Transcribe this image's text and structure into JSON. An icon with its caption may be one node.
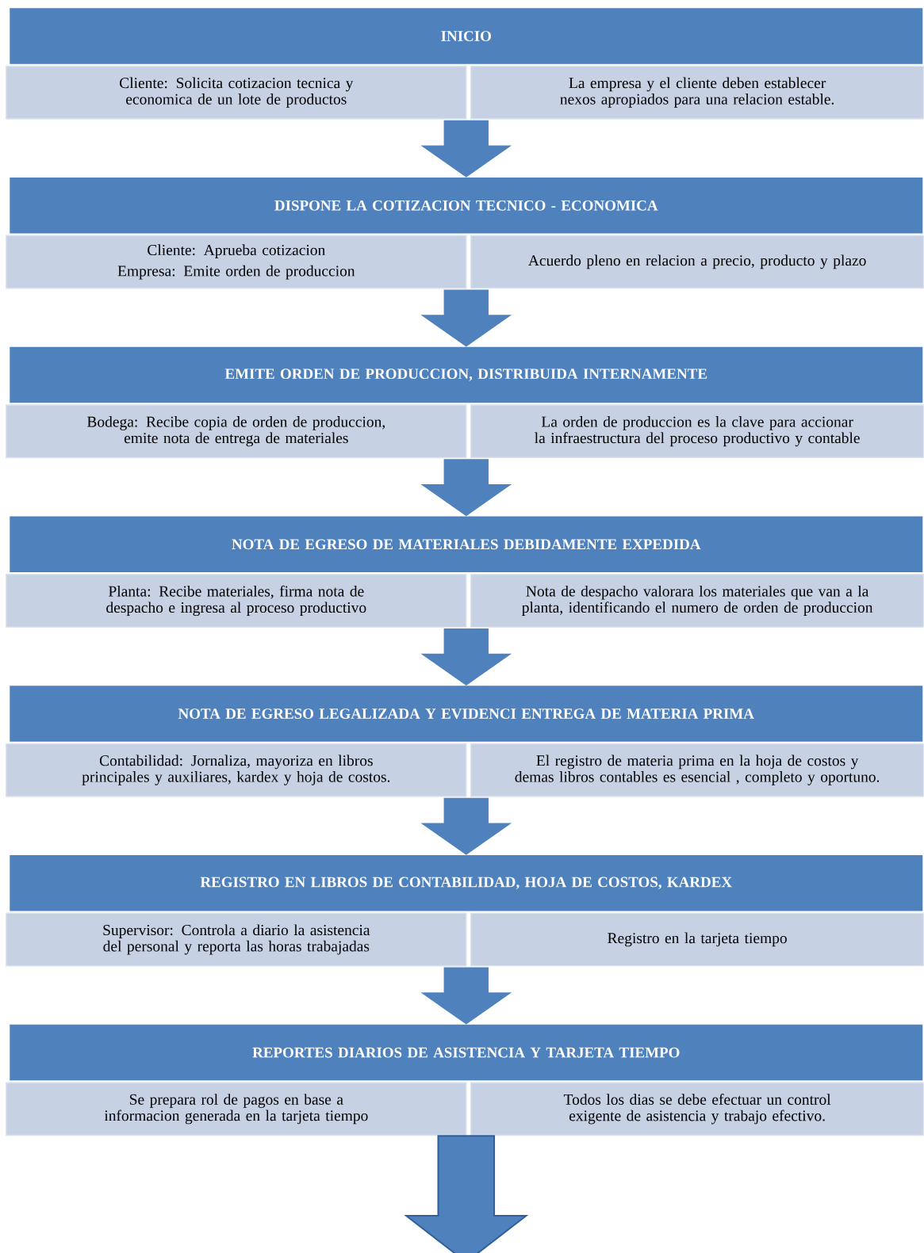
{
  "diagram": {
    "nodes": [
      {
        "text": [
          "INICIO"
        ]
      },
      {
        "text": [
          "Cliente: Solicita cotizacion tecnica y economica de un lote de productos"
        ]
      },
      {
        "text": [
          "La empresa y el cliente deben establecer nexos apropiados para una relacion estable."
        ]
      },
      {
        "text": [
          "DISPONE LA COTIZACION  TECNICO - ECONOMICA"
        ]
      },
      {
        "text": [
          "Cliente: Aprueba cotizacion",
          "Empresa: Emite orden de produccion"
        ]
      },
      {
        "text": [
          "Acuerdo pleno en relacion a precio, producto y plazo"
        ]
      },
      {
        "text": [
          "EMITE  ORDEN DE PRODUCCION, DISTRIBUIDA  INTERNAMENTE"
        ]
      },
      {
        "text": [
          "Bodega: Recibe copia de orden de produccion, emite nota de entrega de materiales"
        ]
      },
      {
        "text": [
          "La orden de produccion  es la clave para accionar la infraestructura del proceso productivo y contable"
        ]
      },
      {
        "text": [
          "NOTA DE EGRESO DE MATERIALES DEBIDAMENTE EXPEDIDA"
        ]
      },
      {
        "text": [
          "Planta: Recibe materiales, firma nota de despacho e ingresa al proceso productivo"
        ]
      },
      {
        "text": [
          "Nota de despacho valorara los materiales que van a la planta, identificando el numero de orden de produccion"
        ]
      },
      {
        "text": [
          "NOTA DE EGRESO LEGALIZADA Y EVIDENCI ENTREGA DE MATERIA  PRIMA"
        ]
      },
      {
        "text": [
          "Contabilidad: Jornaliza, mayoriza en libros principales y auxiliares, kardex y hoja de costos."
        ]
      },
      {
        "text": [
          "El registro de materia prima en la hoja de costos y demas libros contables es esencial , completo y oportuno."
        ]
      },
      {
        "text": [
          "REGISTRO EN LIBROS DE CONTABILIDAD, HOJA DE COSTOS, KARDEX"
        ]
      },
      {
        "text": [
          "Supervisor: Controla a  diario la asistencia del personal y reporta las horas trabajadas"
        ]
      },
      {
        "text": [
          "Registro en la tarjeta tiempo"
        ]
      },
      {
        "text": [
          "REPORTES DIARIOS  DE ASISTENCIA  Y TARJETA TIEMPO"
        ]
      },
      {
        "text": [
          "Se prepara rol de pagos en base a informacion generada en la tarjeta tiempo"
        ]
      },
      {
        "text": [
          "Todos los dias se debe efectuar un control exigente de asistencia y trabajo efectivo."
        ]
      }
    ],
    "edges": [
      {
        "from": 2,
        "to": 3,
        "arrow": "to"
      },
      {
        "from": 5,
        "to": 6,
        "arrow": "to"
      },
      {
        "from": 8,
        "to": 9,
        "arrow": "to"
      },
      {
        "from": 11,
        "to": 12,
        "arrow": "to"
      },
      {
        "from": 14,
        "to": 15,
        "arrow": "to"
      },
      {
        "from": 17,
        "to": 18,
        "arrow": "to"
      },
      {
        "from": 20,
        "to": null,
        "arrow": "to",
        "style": "thick"
      }
    ]
  }
}
